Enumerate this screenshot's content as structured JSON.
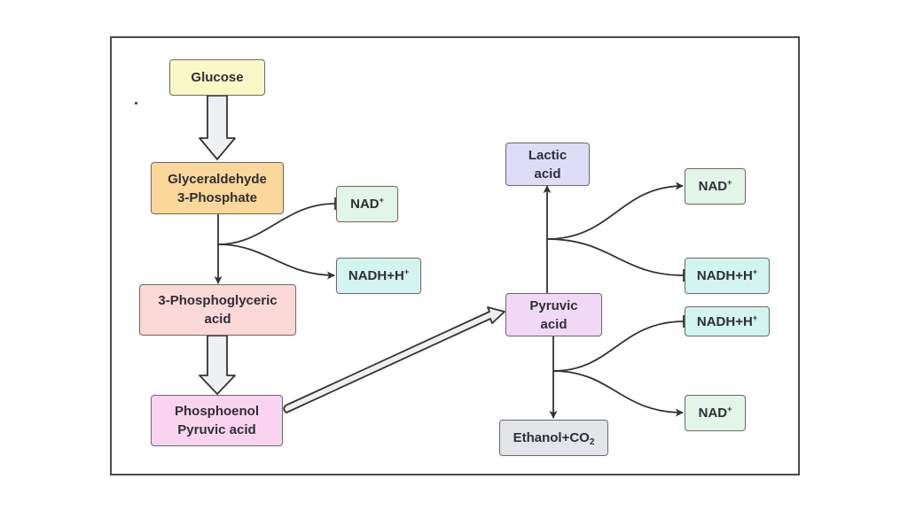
{
  "diagram": {
    "title": "Glycolysis and fermentation pathway",
    "colors": {
      "frame": "#4a4a4a",
      "connector": "#333333",
      "block_arrow_fill": "#eef0f1",
      "block_arrow_stroke": "#333333"
    },
    "nodes": {
      "glucose": {
        "lines": [
          "Glucose"
        ],
        "fill": "#fbf8c8"
      },
      "g3p": {
        "lines": [
          "Glyceraldehyde",
          "3-Phosphate"
        ],
        "fill": "#fbd79a"
      },
      "nad_left": {
        "text": "NAD",
        "sup": "+",
        "fill": "#e3f5e6"
      },
      "nadh_left": {
        "text": "NADH+H",
        "sup": "+",
        "fill": "#d3f4ef"
      },
      "pga": {
        "lines": [
          "3-Phosphoglyceric",
          "acid"
        ],
        "fill": "#fbd9d6"
      },
      "pep": {
        "lines": [
          "Phosphoenol",
          "Pyruvic acid"
        ],
        "fill": "#f9d4ee"
      },
      "lactic": {
        "lines": [
          "Lactic",
          "acid"
        ],
        "fill": "#dedcf7"
      },
      "pyruvic": {
        "lines": [
          "Pyruvic",
          "acid"
        ],
        "fill": "#f1d9f5"
      },
      "nad_right_top": {
        "text": "NAD",
        "sup": "+",
        "fill": "#e3f5e6"
      },
      "nadh_right_top": {
        "text": "NADH+H",
        "sup": "+",
        "fill": "#d3f4ef"
      },
      "nadh_right_bottom": {
        "text": "NADH+H",
        "sup": "+",
        "fill": "#d3f4ef"
      },
      "nad_right_bottom": {
        "text": "NAD",
        "sup": "+",
        "fill": "#e3f5e6"
      },
      "ethanol": {
        "text": "Ethanol+CO",
        "sub": "2",
        "fill": "#e3e5e8"
      }
    },
    "edges": [
      {
        "from": "glucose",
        "to": "g3p",
        "style": "block-arrow"
      },
      {
        "from": "g3p",
        "to": "pga",
        "style": "arrow"
      },
      {
        "from": "nad_left",
        "to": "g3p-branch",
        "style": "bar-tail"
      },
      {
        "from": "g3p-branch",
        "to": "nadh_left",
        "style": "arrow"
      },
      {
        "from": "pga",
        "to": "pep",
        "style": "block-arrow"
      },
      {
        "from": "pep",
        "to": "pyruvic",
        "style": "block-arrow"
      },
      {
        "from": "pyruvic",
        "to": "lactic",
        "style": "arrow"
      },
      {
        "from": "lactic-branch",
        "to": "nad_right_top",
        "style": "arrow"
      },
      {
        "from": "nadh_right_top",
        "to": "lactic-branch",
        "style": "bar-tail"
      },
      {
        "from": "pyruvic",
        "to": "ethanol",
        "style": "arrow"
      },
      {
        "from": "nadh_right_bottom",
        "to": "ethanol-branch",
        "style": "bar-tail"
      },
      {
        "from": "ethanol-branch",
        "to": "nad_right_bottom",
        "style": "arrow"
      }
    ]
  }
}
